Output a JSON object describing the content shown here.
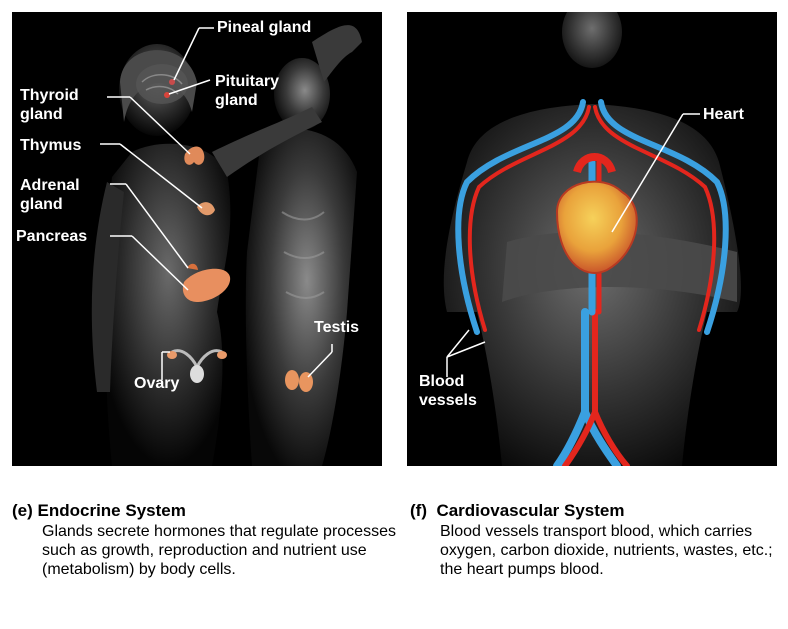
{
  "endocrine": {
    "labels": {
      "pineal": "Pineal gland",
      "pituitary": "Pituitary\ngland",
      "thyroid": "Thyroid\ngland",
      "thymus": "Thymus",
      "adrenal": "Adrenal\ngland",
      "pancreas": "Pancreas",
      "testis": "Testis",
      "ovary": "Ovary"
    },
    "caption_letter": "(e)",
    "caption_title": "Endocrine System",
    "caption_text": "Glands secrete hormones that regulate processes such as growth, reproduction and nutrient use (metabolism) by body cells."
  },
  "cardiovascular": {
    "labels": {
      "heart": "Heart",
      "blood_vessels": "Blood\nvessels"
    },
    "caption_letter": "(f)",
    "caption_title": "Cardiovascular System",
    "caption_text": "Blood vessels transport blood, which carries oxygen, carbon dioxide, nutrients, wastes, etc.; the heart pumps blood."
  },
  "colors": {
    "background": "#000000",
    "label": "#ffffff",
    "artery": "#e3261d",
    "vein": "#3aa0e0",
    "gland": "#e8956a",
    "heart": "#e9a23b"
  }
}
